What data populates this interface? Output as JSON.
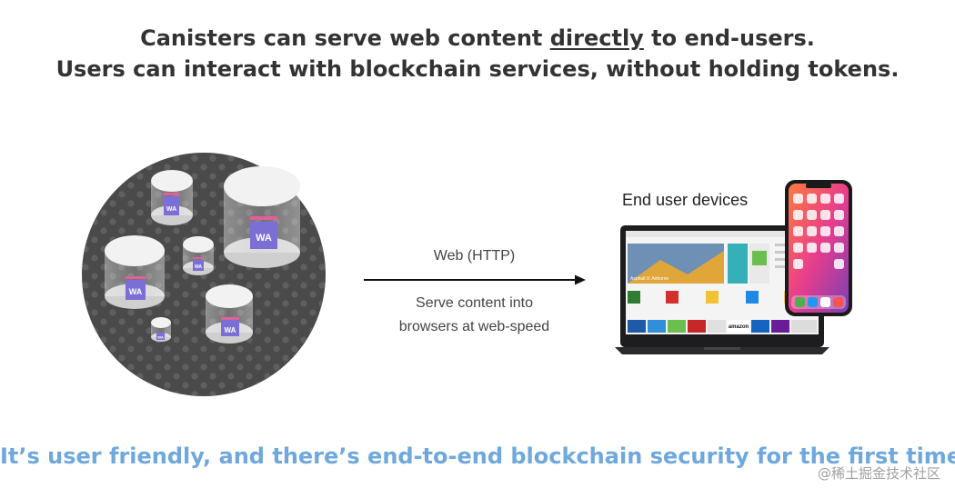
{
  "header": {
    "line1_before": "Canisters can serve web content ",
    "line1_emph": "directly",
    "line1_after": " to end-users.",
    "line2": "Users can interact with blockchain services, without holding tokens."
  },
  "canisters": {
    "label": "WA",
    "colors": {
      "disc": "#4a4a4a",
      "dot": "#5f5f5f",
      "wasm": "#7b6fd6",
      "stripe": "#e0609a"
    }
  },
  "connection": {
    "protocol": "Web (HTTP)",
    "description_line1": "Serve content into",
    "description_line2": "browsers at web-speed"
  },
  "devices": {
    "label": "End user devices",
    "laptop_screen": {
      "hero_title": "Asphalt 8: Airborne",
      "tiles": [
        "amazon"
      ]
    }
  },
  "footer": {
    "text": "It’s user friendly, and there’s end-to-end blockchain security for the first time.",
    "color": "#6fa8dc"
  },
  "watermark": "@稀土掘金技术社区"
}
